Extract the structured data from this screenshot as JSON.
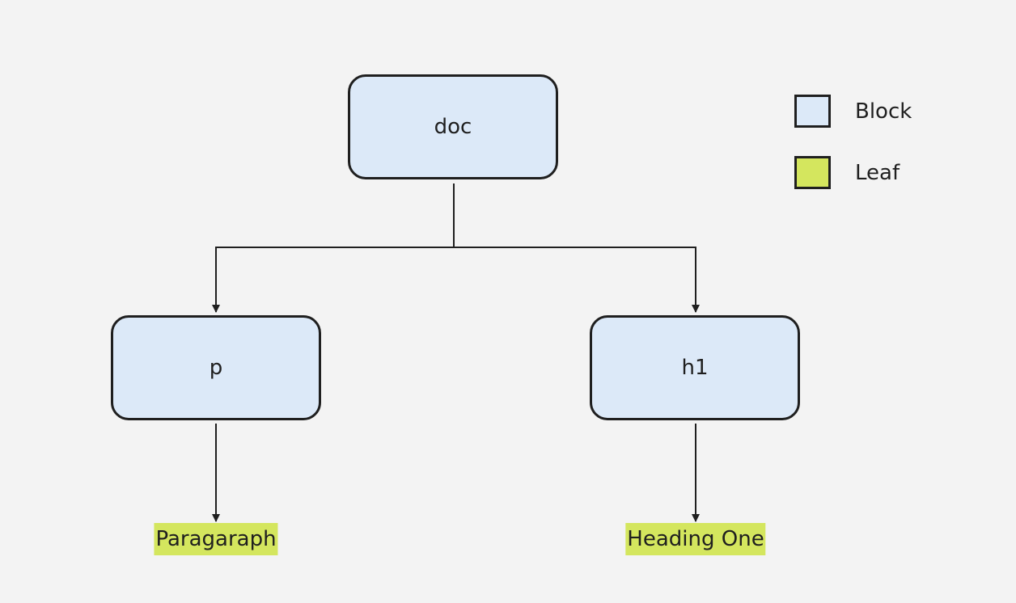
{
  "colors": {
    "block": "#dce9f8",
    "leaf": "#d4e65e",
    "stroke": "#1f1f1f",
    "background": "#f3f3f3"
  },
  "nodes": {
    "doc": "doc",
    "p": "p",
    "h1": "h1"
  },
  "leaves": {
    "p": "Paragaraph",
    "h1": "Heading One"
  },
  "legend": {
    "block": "Block",
    "leaf": "Leaf"
  }
}
